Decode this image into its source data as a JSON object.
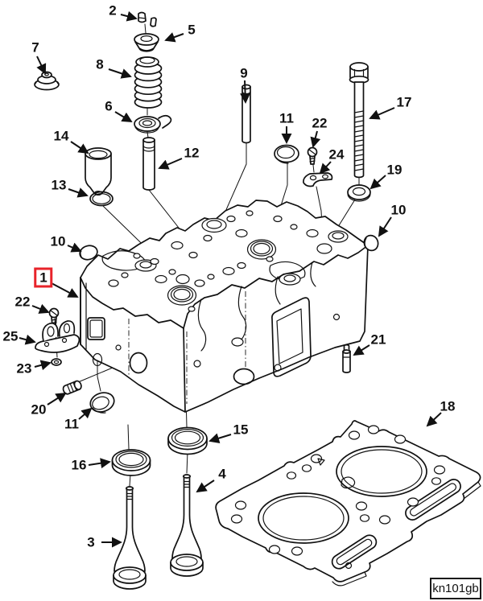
{
  "diagram": {
    "kind": "exploded-parts-diagram",
    "drawing_code": "kn101gb",
    "highlighted_callout": "1",
    "line_color": "#111111",
    "highlight_color": "#e8232a",
    "background_color": "#ffffff"
  },
  "callouts": {
    "c2": {
      "label": "2",
      "part": "valve-collets"
    },
    "c5": {
      "label": "5",
      "part": "spring-retainer"
    },
    "c7": {
      "label": "7",
      "part": "valve-stem-seal"
    },
    "c8": {
      "label": "8",
      "part": "valve-spring"
    },
    "c6": {
      "label": "6",
      "part": "spring-seat-rotator"
    },
    "c14": {
      "label": "14",
      "part": "tappet"
    },
    "c12": {
      "label": "12",
      "part": "valve-guide"
    },
    "c13": {
      "label": "13",
      "part": "o-ring"
    },
    "c9": {
      "label": "9",
      "part": "push-tube"
    },
    "c11t": {
      "label": "11",
      "part": "cup-plug"
    },
    "c22t": {
      "label": "22",
      "part": "screw"
    },
    "c24": {
      "label": "24",
      "part": "clamp-plate"
    },
    "c17": {
      "label": "17",
      "part": "head-bolt"
    },
    "c19": {
      "label": "19",
      "part": "washer"
    },
    "c10r": {
      "label": "10",
      "part": "cup-plug"
    },
    "c10l": {
      "label": "10",
      "part": "cup-plug"
    },
    "c1": {
      "label": "1",
      "part": "cylinder-head",
      "highlighted": true
    },
    "c22l": {
      "label": "22",
      "part": "screw"
    },
    "c25": {
      "label": "25",
      "part": "crosshead-guide"
    },
    "c23": {
      "label": "23",
      "part": "washer"
    },
    "c20": {
      "label": "20",
      "part": "threaded-plug"
    },
    "c11b": {
      "label": "11",
      "part": "cup-plug"
    },
    "c16": {
      "label": "16",
      "part": "valve-seat-insert"
    },
    "c15": {
      "label": "15",
      "part": "valve-seat-insert"
    },
    "c4": {
      "label": "4",
      "part": "valve"
    },
    "c3": {
      "label": "3",
      "part": "valve"
    },
    "c21": {
      "label": "21",
      "part": "dowel-pin"
    },
    "c18": {
      "label": "18",
      "part": "head-gasket"
    }
  },
  "footer": {
    "drawing_code": "kn101gb"
  }
}
